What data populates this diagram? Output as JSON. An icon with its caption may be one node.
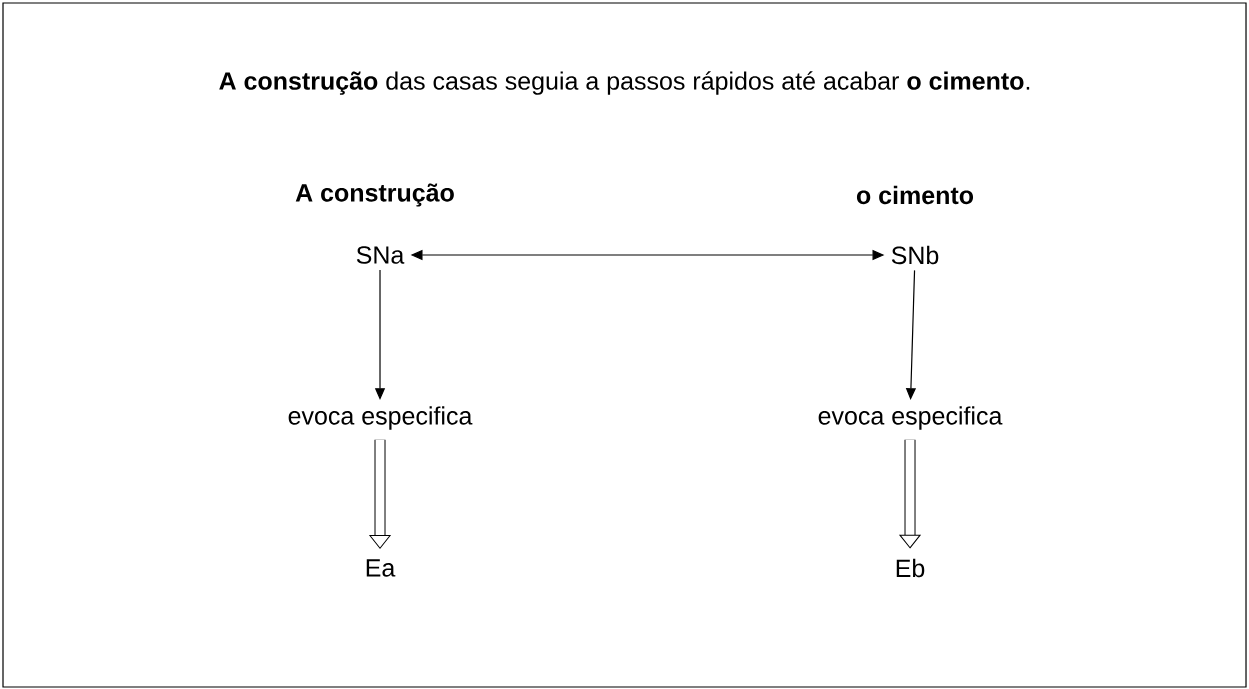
{
  "diagram": {
    "title": "**A construção** das casas seguia a passos rápidos até acabar **o cimento**.",
    "nodes": [
      {
        "text": [
          "SNa"
        ],
        "beside": [
          "A construção"
        ]
      },
      {
        "text": [
          "SNb"
        ],
        "beside": [
          "o cimento"
        ]
      },
      {
        "text": [
          "evoca especifica"
        ]
      },
      {
        "text": [
          "evoca especifica"
        ]
      },
      {
        "text": [
          "Ea"
        ]
      },
      {
        "text": [
          "Eb"
        ]
      }
    ],
    "edges": [
      {
        "from": 0,
        "to": 1,
        "arrow": "both"
      },
      {
        "from": 0,
        "to": 2,
        "arrow": "to"
      },
      {
        "from": 1,
        "to": 3,
        "arrow": "to"
      },
      {
        "from": 2,
        "to": 4,
        "arrow": "to",
        "style": "thick"
      },
      {
        "from": 3,
        "to": 5,
        "arrow": "to",
        "style": "thick"
      }
    ]
  }
}
